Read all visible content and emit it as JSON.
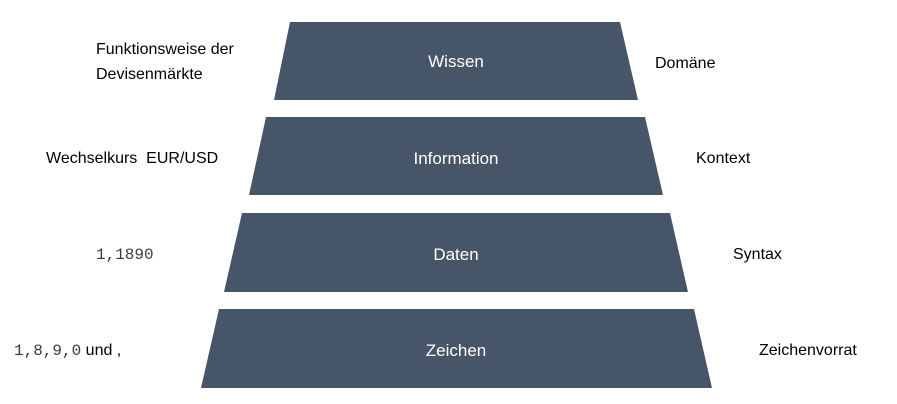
{
  "colors": {
    "layer_fill": "#475569",
    "text": "#000000",
    "layer_text": "#ffffff"
  },
  "layers": [
    {
      "label": "Wissen",
      "example": "Funktionsweise der\nDevisenmärkte",
      "category": "Domäne"
    },
    {
      "label": "Information",
      "example": "Wechselkurs  EUR/USD",
      "category": "Kontext"
    },
    {
      "label": "Daten",
      "example": "1,1890",
      "category": "Syntax"
    },
    {
      "label": "Zeichen",
      "example_mono": "1,8,9,0",
      "example_suffix": " und ,",
      "category": "Zeichenvorrat"
    }
  ]
}
